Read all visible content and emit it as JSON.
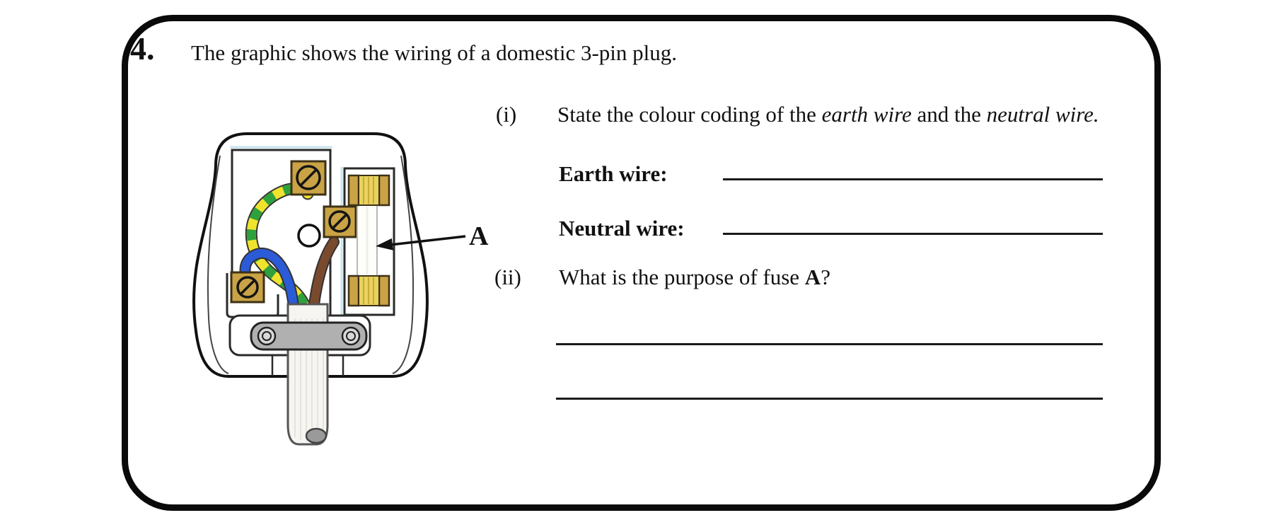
{
  "question": {
    "number": "4.",
    "intro": "The graphic shows the wiring of a domestic 3-pin plug.",
    "part_i": {
      "marker": "(i)",
      "prompt_before": "State the colour coding of the ",
      "earth_term": "earth wire",
      "prompt_middle": " and the ",
      "neutral_term": "neutral wire.",
      "earth_label": "Earth wire:",
      "neutral_label": "Neutral wire:"
    },
    "part_ii": {
      "marker": "(ii)",
      "prompt_before": "What is the purpose of fuse ",
      "fuse_ref": "A",
      "prompt_after": "?"
    }
  },
  "figure": {
    "fuse_label": "A",
    "colors": {
      "earth_green": "#2ea13d",
      "earth_yellow": "#f0e32e",
      "neutral_blue": "#2b5bd7",
      "live_brown": "#7a4a2e",
      "terminal_brass": "#c9a345",
      "fuse_cap": "#e9d35e",
      "fuse_side": "#c9a345",
      "clamp_grey": "#b0b0b0"
    }
  }
}
